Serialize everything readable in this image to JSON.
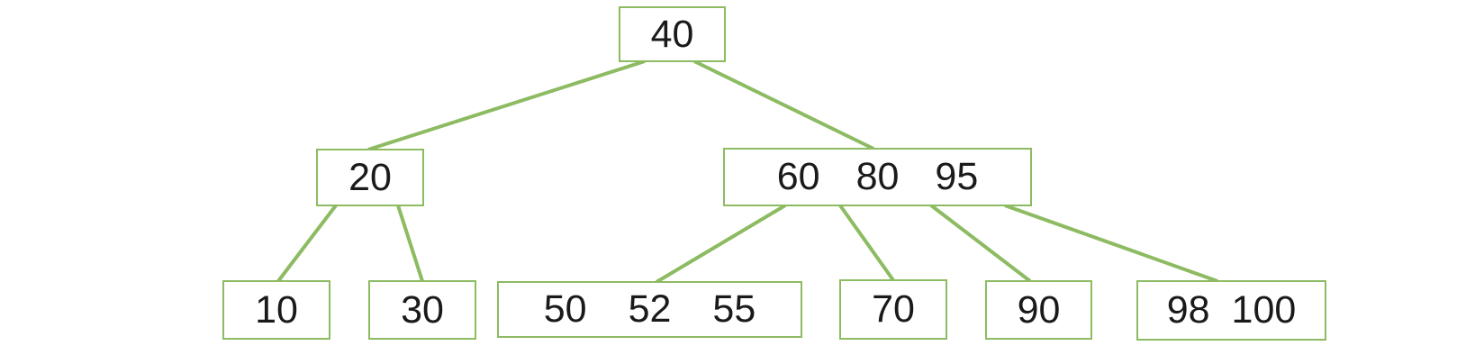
{
  "diagram": {
    "kind": "b-tree",
    "colors": {
      "node_border": "#8dbb62",
      "edge": "#8dbb62",
      "key_text": "#1a1a1a",
      "background": "#ffffff"
    },
    "tree": {
      "nodes": [
        {
          "id": "root",
          "level": 0,
          "keys": [
            "40"
          ]
        },
        {
          "id": "internal-20",
          "level": 1,
          "keys": [
            "20"
          ]
        },
        {
          "id": "internal-60-80-95",
          "level": 1,
          "keys": [
            "60",
            "80",
            "95"
          ]
        },
        {
          "id": "leaf-10",
          "level": 2,
          "keys": [
            "10"
          ]
        },
        {
          "id": "leaf-30",
          "level": 2,
          "keys": [
            "30"
          ]
        },
        {
          "id": "leaf-50-52-55",
          "level": 2,
          "keys": [
            "50",
            "52",
            "55"
          ]
        },
        {
          "id": "leaf-70",
          "level": 2,
          "keys": [
            "70"
          ]
        },
        {
          "id": "leaf-90",
          "level": 2,
          "keys": [
            "90"
          ]
        },
        {
          "id": "leaf-98-100",
          "level": 2,
          "keys": [
            "98",
            "100"
          ]
        }
      ],
      "edges": [
        {
          "from": "root",
          "to": "internal-20"
        },
        {
          "from": "root",
          "to": "internal-60-80-95"
        },
        {
          "from": "internal-20",
          "to": "leaf-10"
        },
        {
          "from": "internal-20",
          "to": "leaf-30"
        },
        {
          "from": "internal-60-80-95",
          "to": "leaf-50-52-55"
        },
        {
          "from": "internal-60-80-95",
          "to": "leaf-70"
        },
        {
          "from": "internal-60-80-95",
          "to": "leaf-90"
        },
        {
          "from": "internal-60-80-95",
          "to": "leaf-98-100"
        }
      ]
    }
  }
}
